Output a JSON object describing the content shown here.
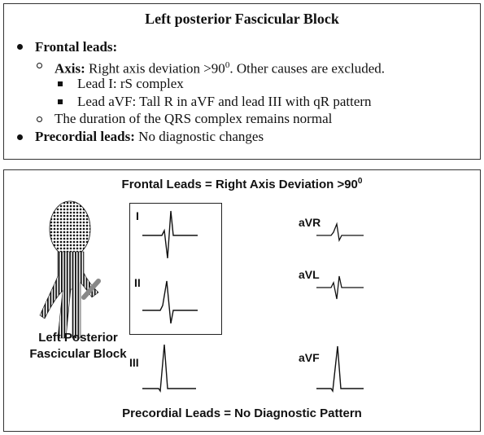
{
  "text_panel": {
    "title": "Left posterior Fascicular Block",
    "frontal": {
      "label": "Frontal leads:",
      "axis_label": "Axis:",
      "axis_text_1": " Right axis deviation >90",
      "axis_sup": "0",
      "axis_text_2": ". Other causes are excluded.",
      "lead_i": "Lead I: rS complex",
      "lead_avf": "Lead aVF: Tall R in aVF and lead III with qR pattern",
      "duration": "The duration of the QRS complex remains normal"
    },
    "precordial": {
      "label": "Precordial leads:",
      "text": " No diagnostic changes"
    }
  },
  "figure_panel": {
    "title_main": "Frontal Leads = Right Axis Deviation >90",
    "title_sup": "0",
    "footer": "Precordial Leads = No Diagnostic Pattern",
    "caption_line1": "Left Posterior",
    "caption_line2": "Fascicular Block",
    "leads": {
      "I": "I",
      "II": "II",
      "III": "III",
      "aVR": "aVR",
      "aVL": "aVL",
      "aVF": "aVF"
    }
  }
}
